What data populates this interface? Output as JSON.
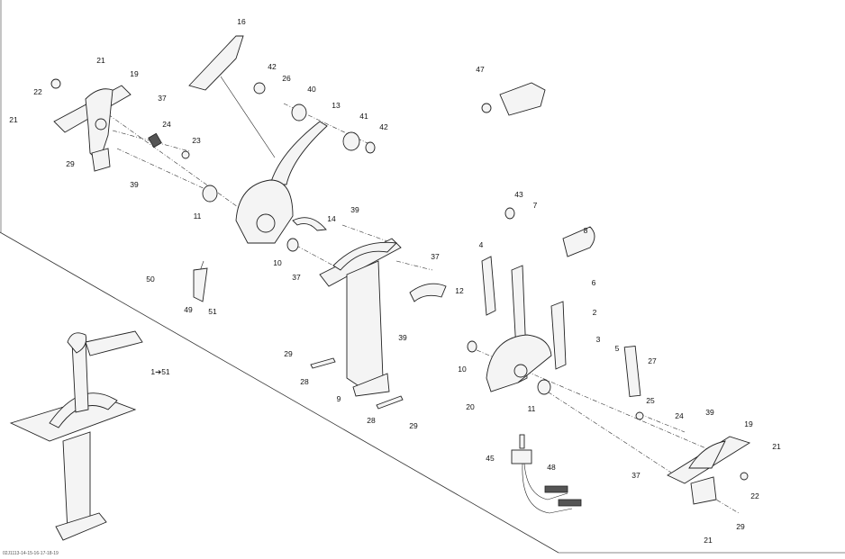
{
  "diagram": {
    "code": "02J1113-14-15-16-17-18-19",
    "labels": [
      "16",
      "42",
      "26",
      "40",
      "13",
      "41",
      "42",
      "21",
      "19",
      "22",
      "37",
      "21",
      "24",
      "23",
      "29",
      "39",
      "11",
      "14",
      "39",
      "10",
      "37",
      "50",
      "49",
      "51",
      "37",
      "12",
      "47",
      "43",
      "7",
      "8",
      "4",
      "6",
      "2",
      "3",
      "5",
      "27",
      "29",
      "28",
      "9",
      "28",
      "29",
      "39",
      "10",
      "20",
      "11",
      "25",
      "24",
      "39",
      "19",
      "21",
      "22",
      "29",
      "21",
      "37",
      "45",
      "48",
      "1➔51"
    ]
  }
}
